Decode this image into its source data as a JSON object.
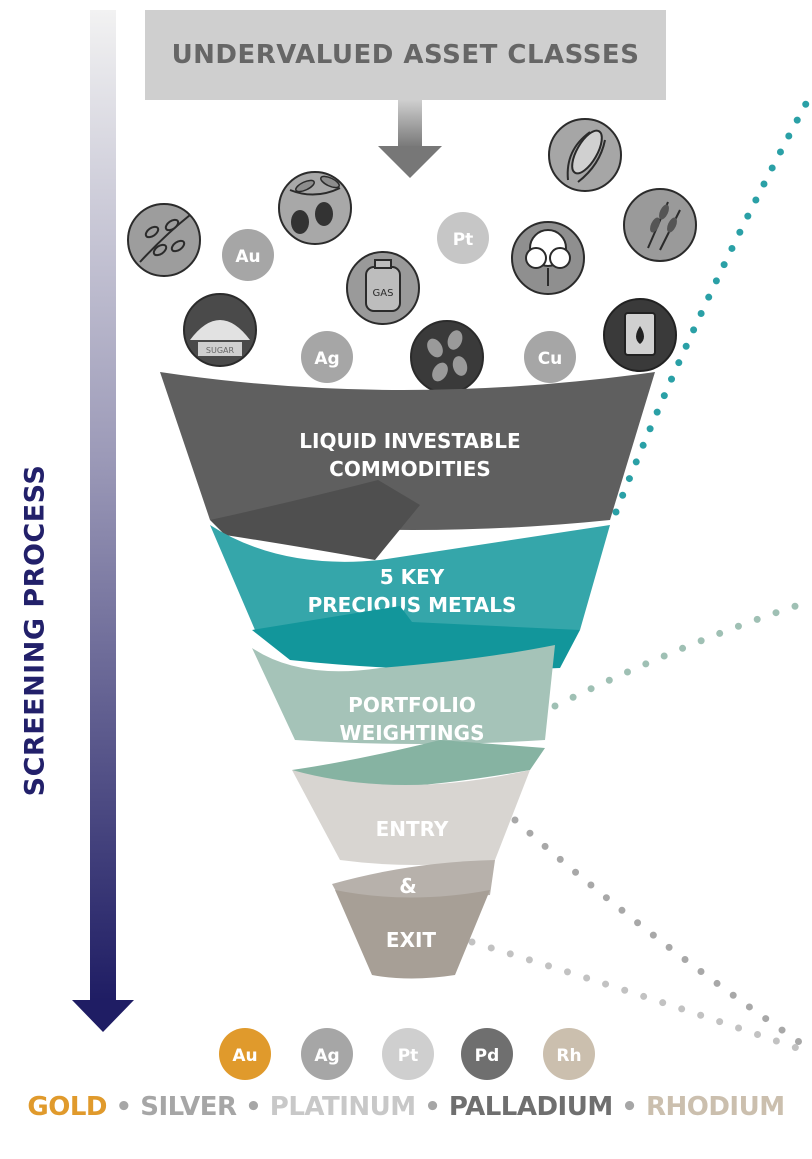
{
  "header": {
    "title": "UNDERVALUED ASSET CLASSES"
  },
  "side_label": "SCREENING PROCESS",
  "commodities": {
    "gold": "Au",
    "platinum": "Pt",
    "silver": "Ag",
    "copper": "Cu",
    "gas_label": "GAS",
    "sugar_label": "SUGAR"
  },
  "funnel": {
    "stage1_line1": "LIQUID INVESTABLE",
    "stage1_line2": "COMMODITIES",
    "stage2_line1": "5 KEY",
    "stage2_line2": "PRECIOUS METALS",
    "stage3_line1": "PORTFOLIO",
    "stage3_line2": "WEIGHTINGS",
    "stage4": "ENTRY",
    "stage5": "&",
    "stage6": "EXIT"
  },
  "metals": [
    {
      "symbol": "Au",
      "name": "GOLD",
      "color": "#e09a2c"
    },
    {
      "symbol": "Ag",
      "name": "SILVER",
      "color": "#a6a6a6"
    },
    {
      "symbol": "Pt",
      "name": "PLATINUM",
      "color": "#cfcfcf"
    },
    {
      "symbol": "Pd",
      "name": "PALLADIUM",
      "color": "#6f6f6f"
    },
    {
      "symbol": "Rh",
      "name": "RHODIUM",
      "color": "#cbbfae"
    }
  ],
  "legend_separator": "•",
  "colors": {
    "arrow_dark": "#1f1d64",
    "teal": "#2aa0a6",
    "funnel_dark": "#5f5f5f",
    "sage": "#9fc0b4",
    "light_gray": "#d7d4d0",
    "taupe": "#a49c94"
  }
}
